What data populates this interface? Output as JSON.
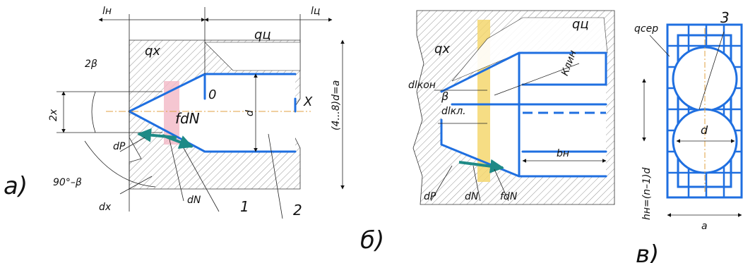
{
  "panel_a": {
    "caption": "а)",
    "labels": {
      "l_n": "lн",
      "l_ts": "lц",
      "q_x": "qx",
      "q_ts": "qц",
      "two_beta": "2β",
      "two_x": "2x",
      "zero": "0",
      "x_axis": "X",
      "f_dn": "fdN",
      "d": "d",
      "length": "(4...8)d=a",
      "dp": "dP",
      "angle": "90°–β",
      "dx": "dx",
      "dn": "dN",
      "ref1": "1",
      "ref2": "2"
    }
  },
  "panel_b": {
    "caption": "б)",
    "labels": {
      "q_ts": "qц",
      "q_x": "qx",
      "klin": "Клин",
      "dl_kon": "dlкон",
      "beta": "β",
      "dl_kl": "dlкл.",
      "b_n": "bн",
      "dp": "dP",
      "dn": "dN",
      "f_dn": "fdN"
    }
  },
  "panel_v": {
    "caption": "в)",
    "labels": {
      "q_ser": "qсер",
      "ref3": "3",
      "d": "d",
      "h_n": "hн=(n–1)d",
      "a": "a"
    }
  },
  "colors": {
    "outline": "#1f6fe0",
    "highlight_pink": "#f2b8c6",
    "highlight_yellow": "#f5d76e",
    "arrow_teal": "#1e8a86",
    "axis_orange": "#e0a040",
    "hatch": "#555555"
  }
}
